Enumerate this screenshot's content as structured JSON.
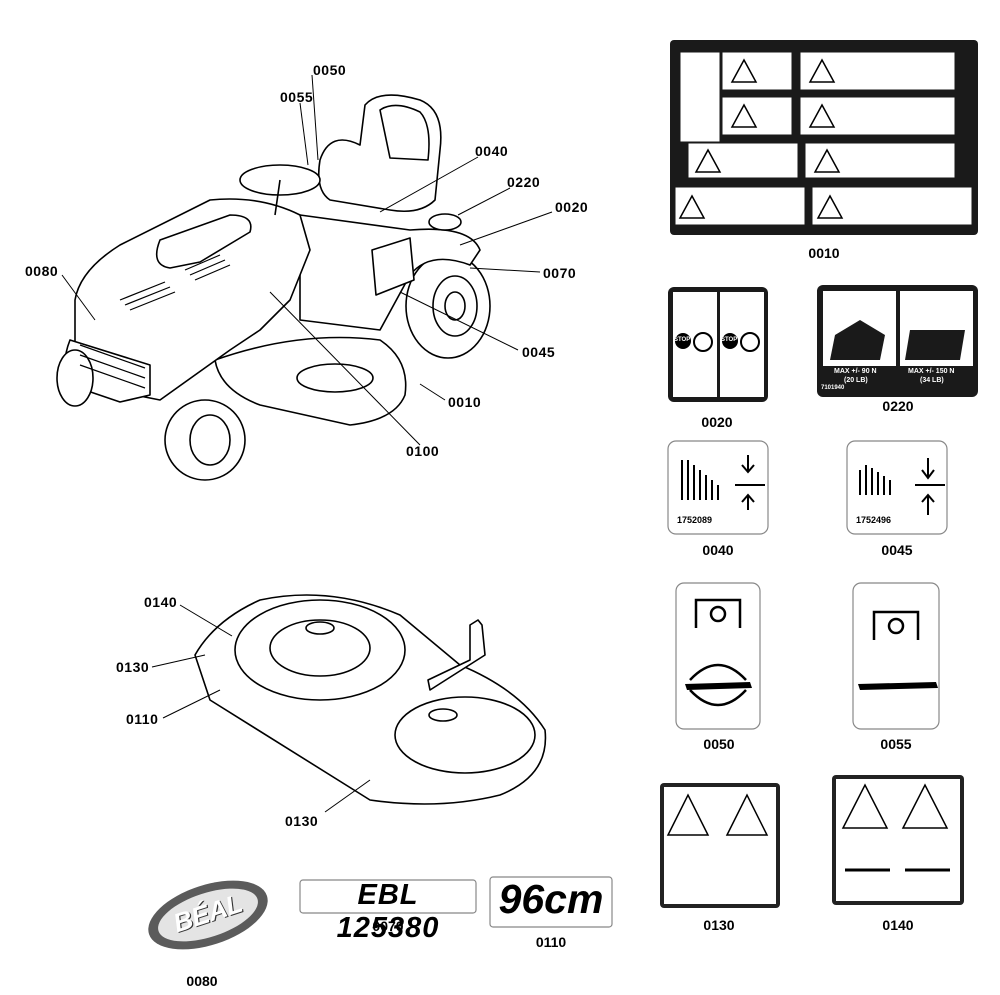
{
  "tractor_callouts": {
    "c0050": "0050",
    "c0055": "0055",
    "c0040": "0040",
    "c0220": "0220",
    "c0020": "0020",
    "c0080": "0080",
    "c0070": "0070",
    "c0045": "0045",
    "c0010": "0010",
    "c0100": "0100"
  },
  "deck_callouts": {
    "c0140": "0140",
    "c0130a": "0130",
    "c0110": "0110",
    "c0130b": "0130"
  },
  "captions": {
    "d0010": "0010",
    "d0020": "0020",
    "d0220": "0220",
    "d0040": "0040",
    "d0045": "0045",
    "d0050": "0050",
    "d0055": "0055",
    "d0130": "0130",
    "d0140": "0140",
    "d0070": "0070",
    "d0110": "0110",
    "d0080": "0080"
  },
  "decal_text": {
    "part_0040": "1752089",
    "part_0045": "1752496",
    "stop": "STOP",
    "max_left": "MAX +/- 90 N",
    "max_left_lb": "(20 LB)",
    "max_right": "MAX +/- 150 N",
    "max_right_lb": "(34 LB)",
    "part_0220": "7101940",
    "model": "EBL 125380",
    "width": "96cm",
    "brand": "BÉAL"
  }
}
